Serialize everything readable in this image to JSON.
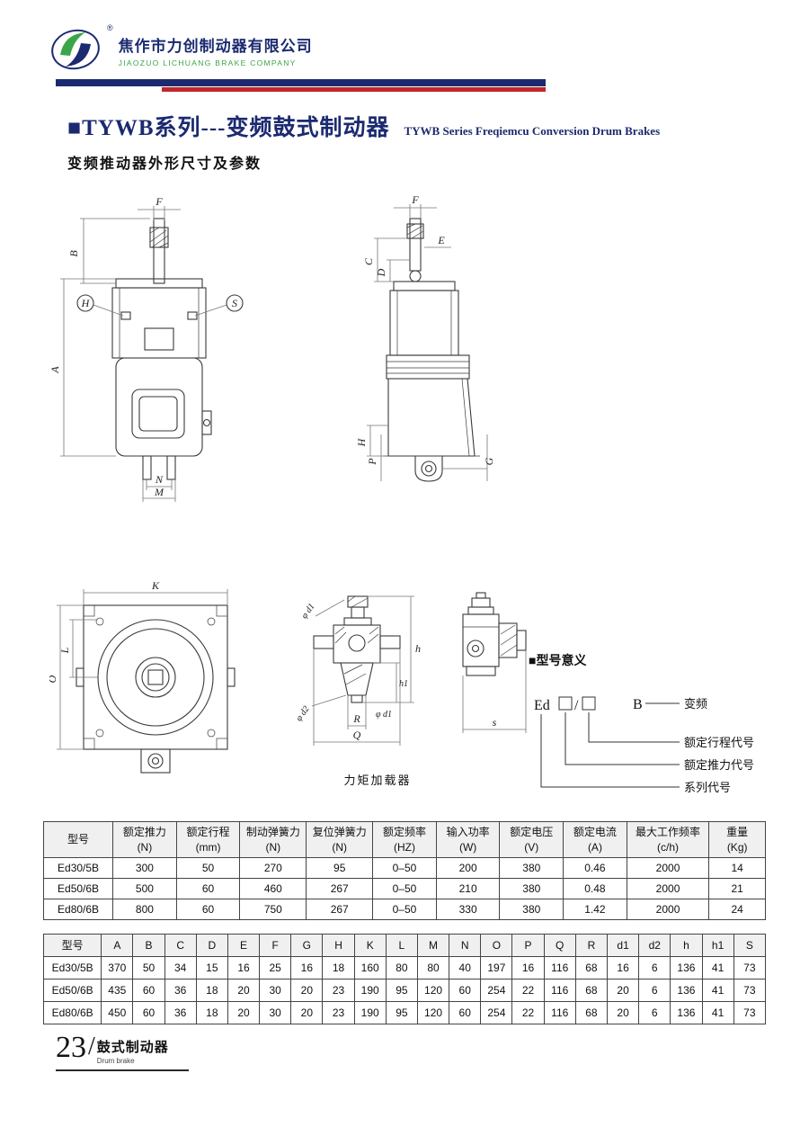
{
  "header": {
    "company_cn": "焦作市力创制动器有限公司",
    "company_en": "JIAOZUO LICHUANG BRAKE COMPANY",
    "registered_mark": "®"
  },
  "title": {
    "cn": "■TYWB系列---变频鼓式制动器",
    "en": "TYWB Series Freqiemcu Conversion Drum Brakes",
    "subtitle": "变频推动器外形尺寸及参数"
  },
  "dim_labels": {
    "front": {
      "F": "F",
      "B": "B",
      "A": "A",
      "H": "H",
      "S": "S",
      "N": "N",
      "M": "M"
    },
    "side": {
      "F": "F",
      "C": "C",
      "D": "D",
      "E": "E",
      "H": "H",
      "P": "P",
      "G": "G"
    },
    "top": {
      "K": "K",
      "O": "O",
      "L": "L"
    },
    "loader": {
      "d1_top": "φ d1",
      "d2": "φ d2",
      "h": "h",
      "h1": "h1",
      "d1_right": "φ d1",
      "R": "R",
      "Q": "Q",
      "s": "s"
    },
    "loader_caption": "力矩加载器"
  },
  "model_meaning": {
    "title": "■型号意义",
    "prefix": "Ed",
    "slash": "/",
    "b_code": "B",
    "b_label": "变频",
    "stroke_label": "额定行程代号",
    "thrust_label": "额定推力代号",
    "series_label": "系列代号"
  },
  "spec_table": {
    "headers": [
      "型号",
      "额定推力\n(N)",
      "额定行程\n(mm)",
      "制动弹簧力\n(N)",
      "复位弹簧力\n(N)",
      "额定频率\n(HZ)",
      "输入功率\n(W)",
      "额定电压\n(V)",
      "额定电流\n(A)",
      "最大工作频率\n(c/h)",
      "重量\n(Kg)"
    ],
    "rows": [
      [
        "Ed30/5B",
        "300",
        "50",
        "270",
        "95",
        "0–50",
        "200",
        "380",
        "0.46",
        "2000",
        "14"
      ],
      [
        "Ed50/6B",
        "500",
        "60",
        "460",
        "267",
        "0–50",
        "210",
        "380",
        "0.48",
        "2000",
        "21"
      ],
      [
        "Ed80/6B",
        "800",
        "60",
        "750",
        "267",
        "0–50",
        "330",
        "380",
        "1.42",
        "2000",
        "24"
      ]
    ]
  },
  "dim_table": {
    "headers": [
      "型号",
      "A",
      "B",
      "C",
      "D",
      "E",
      "F",
      "G",
      "H",
      "K",
      "L",
      "M",
      "N",
      "O",
      "P",
      "Q",
      "R",
      "d1",
      "d2",
      "h",
      "h1",
      "S"
    ],
    "rows": [
      [
        "Ed30/5B",
        "370",
        "50",
        "34",
        "15",
        "16",
        "25",
        "16",
        "18",
        "160",
        "80",
        "80",
        "40",
        "197",
        "16",
        "116",
        "68",
        "16",
        "6",
        "136",
        "41",
        "73"
      ],
      [
        "Ed50/6B",
        "435",
        "60",
        "36",
        "18",
        "20",
        "30",
        "20",
        "23",
        "190",
        "95",
        "120",
        "60",
        "254",
        "22",
        "116",
        "68",
        "20",
        "6",
        "136",
        "41",
        "73"
      ],
      [
        "Ed80/6B",
        "450",
        "60",
        "36",
        "18",
        "20",
        "30",
        "20",
        "23",
        "190",
        "95",
        "120",
        "60",
        "254",
        "22",
        "116",
        "68",
        "20",
        "6",
        "136",
        "41",
        "73"
      ]
    ]
  },
  "footer": {
    "page_number": "23",
    "slash": "/",
    "label_cn": "鼓式制动器",
    "label_en": "Drum brake"
  }
}
